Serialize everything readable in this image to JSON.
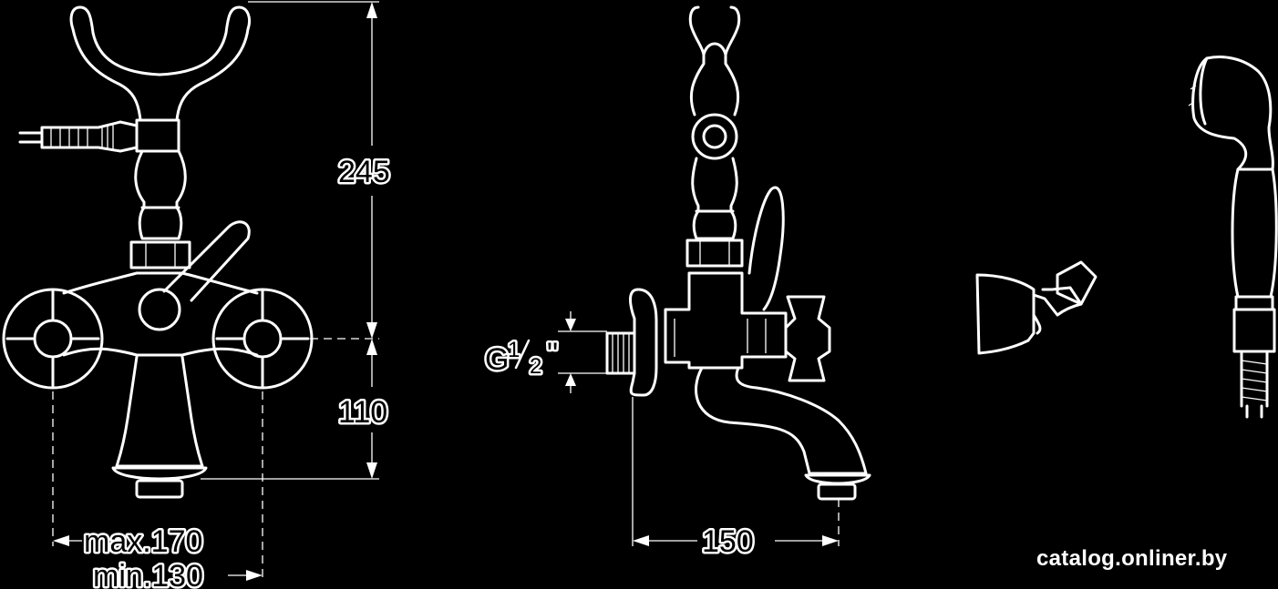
{
  "dimensions": {
    "height_upper": "245",
    "height_lower": "110",
    "width_max": "max.170",
    "width_min": "min.130",
    "spout_reach": "150",
    "thread_main": "G",
    "thread_num": "1",
    "thread_den": "2",
    "thread_mark": "\""
  },
  "watermark": "catalog.onliner.by",
  "colors": {
    "background": "#000000",
    "line": "#ffffff"
  }
}
